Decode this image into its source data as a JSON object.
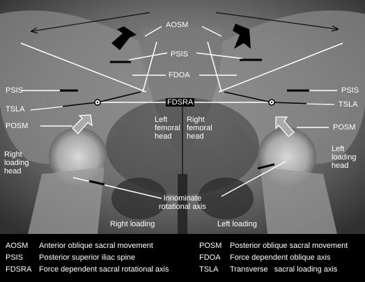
{
  "labels": {
    "aosm": "AOSM",
    "psis_top": "PSIS",
    "fdoa": "FDOA",
    "fdsra": "FDSRA",
    "psis_left": "PSIS",
    "psis_right": "PSIS",
    "tsla_left": "TSLA",
    "tsla_right": "TSLA",
    "posm_left": "POSM",
    "posm_right": "POSM",
    "left_femoral_head": [
      "Left",
      "femoral",
      "head"
    ],
    "right_femoral_head": [
      "Right",
      "femoral",
      "head"
    ],
    "right_loading_head": [
      "Right",
      "loading",
      "head"
    ],
    "left_loading_head": [
      "Left",
      "loading",
      "head"
    ],
    "innominate_axis": [
      "Innominate",
      "rotational axis"
    ],
    "right_loading": "Right loading",
    "left_loading": "Left loading"
  },
  "legend": [
    {
      "abbr": "AOSM",
      "text": "Anterior oblique sacral movement"
    },
    {
      "abbr": "PSIS",
      "text": "Posterior superior iliac spine"
    },
    {
      "abbr": "FDSRA",
      "text": "Force dependent sacral rotational axis"
    },
    {
      "abbr": "POSM",
      "text": "Posterior oblique sacral movement"
    },
    {
      "abbr": "FDOA",
      "text": "Force dependent oblique axis"
    },
    {
      "abbr": "TSLA",
      "text": "Transverse   sacral loading axis"
    }
  ],
  "colors": {
    "background": "#000000",
    "bone_light": "#bdbdbd",
    "bone_dark": "#4a4a4a",
    "annotation": "#ffffff",
    "marker": "#000000"
  }
}
